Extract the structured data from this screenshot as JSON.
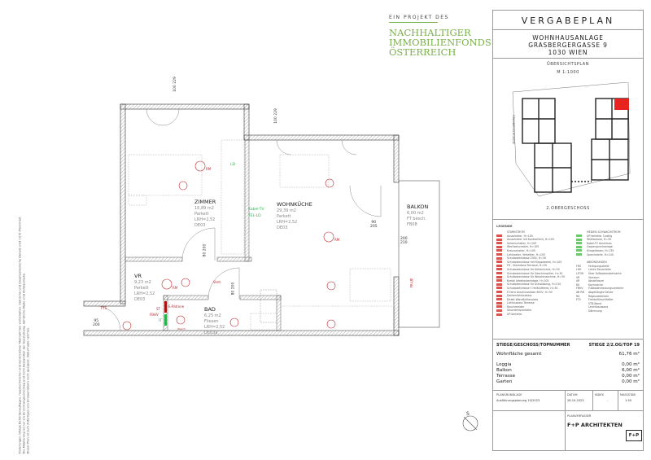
{
  "side_note": [
    "Änderungen infolge Behördenauflagen, haustechnischer und konstruktiver Maßnahmen vorbehalten. Statische und bauphysikalische Details sind nicht Planinhalt.",
    "Die Möblierung ist nur ein Einrichtungsvorschlag und nicht Bestandteil der Ausstattung. Sämtliche Maße sind Rohbaumaße.",
    "Dieser Plan ist zum Anfertigen von Einbaumöbeln nicht geeignet. Naturmaße nehmen."
  ],
  "project": {
    "prefix": "EIN PROJEKT DES",
    "name_lines": [
      "NACHHALTIGER",
      "IMMOBILIENFONDS",
      "ÖSTERREICH"
    ],
    "brand_color": "#7ab04a"
  },
  "title_block": {
    "title": "VERGABEPLAN",
    "address": [
      "WOHNHAUSANLAGE",
      "GRASBERGERGASSE 9",
      "1030 WIEN"
    ],
    "overview_title": "ÜBERSICHTSPLAN",
    "overview_scale": "M 1:1000",
    "overview_street": "GRASBERGERGASSE",
    "overview_floor": "2.OBERGESCHOSS",
    "highlight_color": "#e8231f"
  },
  "legend": {
    "title": "LEGENDE",
    "starkstrom_header": "STARKSTROM",
    "schwachstrom_header": "MEDIEN-SCHWACHSTROM",
    "abbrev_header": "ABKÜRZUNGEN",
    "starkstrom_items": [
      "Ausschalter, H=105",
      "Ausschalter mit Kontrolllicht, H=105",
      "Serienschalter, H=105",
      "Wechselschalter, H=105",
      "Kreuzschalter, H=105",
      "Lichttaster, Verteilter, H=105",
      "Schukosteckdose 230V, H=30",
      "Schukosteckdose mit Klappdeckel, H=105",
      "FR - Steckdose Terrasse, H=50",
      "Schukosteckdose für Kühlschrank, H=30",
      "Schukosteckdose für Geschirrspüler, H=30",
      "Schukosteckdose für Waschmaschine, H=30",
      "Kombi Arbeitssteckdose, H=105",
      "Schukosteckdose für Dunstabzug, H=210",
      "Schukosteckdose f. Heißluftherd, H=30",
      "E-Herd Anschlussdose 400V, H=30",
      "Deckenlichtauslass",
      "Direkt Wandlichtauslass",
      "Lichtauslass Terrasse",
      "Rauchmelder",
      "Stromkreisverteiler",
      "UP-Verteiler"
    ],
    "schwachstrom_items": [
      "UP-Verteiler 3-zeilig",
      "Telefondose, H=30",
      "Kabel-TV Anschluss",
      "Gegensprechanlage",
      "Klingeltaster, H=135",
      "Sprechstelle, H=140"
    ],
    "abbrev_items": [
      [
        "FRS",
        "Fertigungsstelle"
      ],
      [
        "LRH",
        "Lichte Raumhöhe"
      ],
      [
        "LITOK",
        "Über Fußbodenoberkante"
      ],
      [
        "VR",
        "Vorraum"
      ],
      [
        "AR",
        "Abstellraum"
      ],
      [
        "KK",
        "Kochnische"
      ],
      [
        "FBHV",
        "Fußbodenheizungsverteiler"
      ],
      [
        "AB RB",
        "Abgehängte Decke"
      ],
      [
        "RA",
        "Regenabfallrohr"
      ],
      [
        "FTS",
        "Freilauftürschließer"
      ],
      [
        "",
        "STB-Wand"
      ],
      [
        "",
        "Leichtbauwand"
      ],
      [
        "",
        "Dämmung"
      ]
    ]
  },
  "unit": {
    "label": "STIEGE/GESCHOSS/TOPNUMMER",
    "value": "STIEGE 2/2.OG/TOP 19",
    "area_label": "Wohnfläche gesamt",
    "area_value": "61,76 m²",
    "outdoor": [
      {
        "label": "Loggia",
        "value": "0,00 m²"
      },
      {
        "label": "Balkon",
        "value": "6,00 m²"
      },
      {
        "label": "Terrasse",
        "value": "0,00 m²"
      },
      {
        "label": "Garten",
        "value": "0,00 m²"
      }
    ]
  },
  "plan_meta": {
    "basis_label": "PLANGRUNDLAGE",
    "basis_value": "Ausführungsplanung 10/2023",
    "date_label": "DATUM",
    "date_value": "26.10.2023",
    "index_label": "INDEX",
    "index_value": "-",
    "scale_label": "MASSSTAB",
    "scale_value": "1:50",
    "planner_label": "PLANVERFASSER",
    "planner_name": "F+P ARCHITEKTEN",
    "planner_logo": "F+P"
  },
  "rooms": [
    {
      "name": "ZIMMER",
      "info": [
        "16,89 m2",
        "Parkett",
        "LRH=2,52",
        "DE03"
      ]
    },
    {
      "name": "WOHNKÜCHE",
      "info": [
        "29,39 m2",
        "Parkett",
        "LRH=2,52",
        "DE03"
      ]
    },
    {
      "name": "BALKON",
      "info": [
        "6,00 m2",
        "FT besch.",
        "FB08"
      ]
    },
    {
      "name": "VR",
      "info": [
        "9,23 m2",
        "Parkett",
        "LRH=2,52",
        "DE03"
      ]
    },
    {
      "name": "BAD",
      "info": [
        "6,25 m2",
        "Fliesen",
        "LRH=2,52",
        "DE03a"
      ]
    }
  ],
  "plan_tags": {
    "kabel_tv": "Kabel-TV",
    "tel_ld": "TEL-LD",
    "ld": "LD",
    "rm": "RM",
    "vent": "Vent.",
    "e_patrone": "E-Patrone",
    "st": "ST",
    "fbhv": "FBHV",
    "it": "IT",
    "fts": "FTS",
    "fr_up": "FR-UP",
    "wasch": "Wasch"
  },
  "dimensions": {
    "door_top_1": [
      "100",
      "229"
    ],
    "door_top_2": [
      "100",
      "229"
    ],
    "zimmer_door": [
      "80",
      "200"
    ],
    "bad_door": [
      "80",
      "200"
    ],
    "balkon_door": [
      "90",
      "205"
    ],
    "balkon_window": [
      "200",
      "210"
    ],
    "entry_door": [
      "95",
      "200"
    ]
  },
  "compass": {
    "label": "S"
  }
}
